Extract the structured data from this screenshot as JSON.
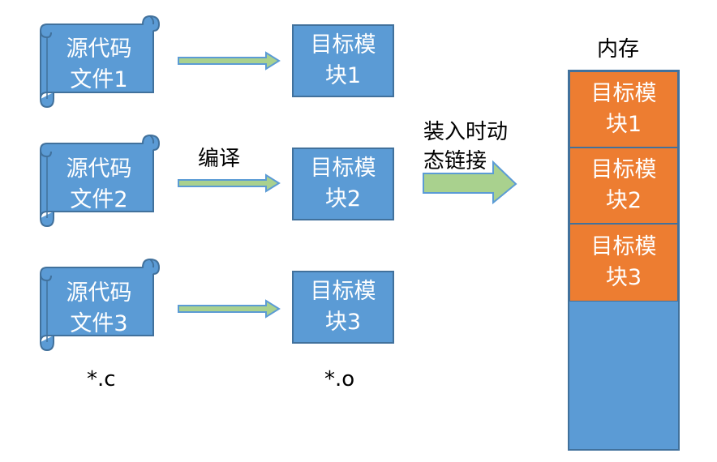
{
  "sources": [
    {
      "line1": "源代码",
      "line2": "文件1"
    },
    {
      "line1": "源代码",
      "line2": "文件2"
    },
    {
      "line1": "源代码",
      "line2": "文件3"
    }
  ],
  "modules": [
    {
      "line1": "目标模",
      "line2": "块1"
    },
    {
      "line1": "目标模",
      "line2": "块2"
    },
    {
      "line1": "目标模",
      "line2": "块3"
    }
  ],
  "compile_label": "编译",
  "source_ext": "*.c",
  "object_ext": "*.o",
  "link_label": {
    "line1": "装入时动",
    "line2": "态链接"
  },
  "memory": {
    "title": "内存",
    "blocks": [
      {
        "line1": "目标模",
        "line2": "块1"
      },
      {
        "line1": "目标模",
        "line2": "块2"
      },
      {
        "line1": "目标模",
        "line2": "块3"
      }
    ]
  },
  "colors": {
    "blue_fill": "#5b9bd5",
    "blue_border": "#41719c",
    "orange_fill": "#ed7d31",
    "arrow_fill": "#a9d18e",
    "arrow_border": "#5b9bd5"
  }
}
